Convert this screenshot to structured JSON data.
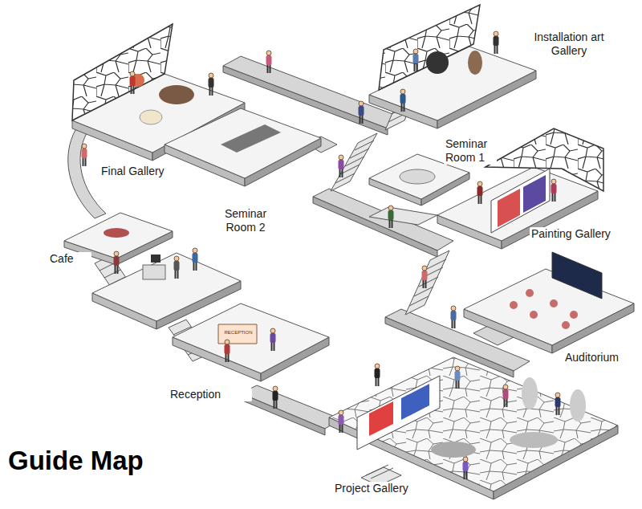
{
  "diagram": {
    "title": "Guide Map",
    "labels": [
      "Installation art Gallery",
      "Seminar Room 1",
      "Painting Gallery",
      "Seminar Room 2",
      "Final Gallery",
      "Cafe",
      "RECEPTION",
      "Reception",
      "Auditorium",
      "Project Gallery"
    ]
  }
}
